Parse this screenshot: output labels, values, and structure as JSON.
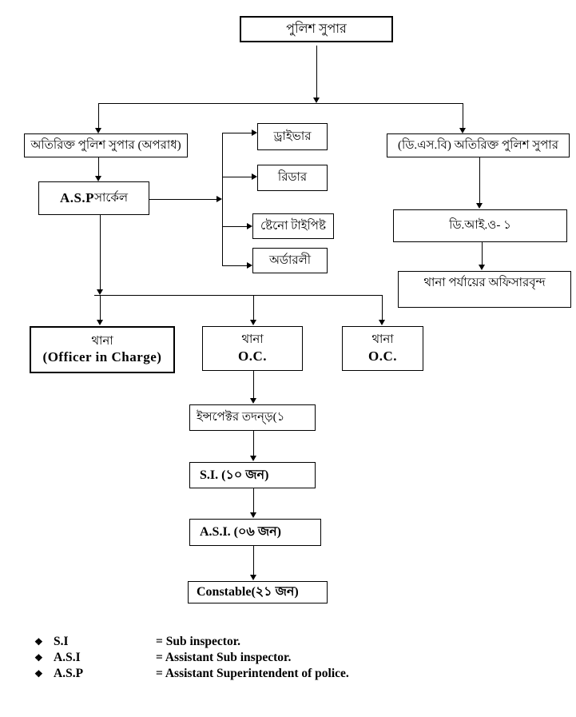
{
  "nodes": {
    "police_super": "পুলিশ সুপার",
    "addl_super_crime": "অতিরিক্ত পুলিশ সুপার (অপরাধ)",
    "asp_circle_en": "A.S.P",
    "asp_circle_bn": " সার্কেল",
    "driver": "ড্রাইভার",
    "reader": "রিডার",
    "steno_typist": "ষ্টেনো টাইপিষ্ট",
    "orderly": "অর্ডারলী",
    "dsb_addl_super": "(ডি.এস.বি) অতিরিক্ত পুলিশ সুপার",
    "dio_1": "ডি.আই.ও- ১",
    "thana_level_officers": "থানা পর্যায়ের অফিসারবৃন্দ",
    "thana_oic_line1": "থানা",
    "thana_oic_line2": "(Officer in Charge)",
    "thana_oc_mid_line1": "থানা",
    "thana_oc_mid_line2": "O.C.",
    "thana_oc_right_line1": "থানা",
    "thana_oc_right_line2": "O.C.",
    "inspector": "ইন্সপেক্টর তদন্ড়(১",
    "si": "S.I. (১০ জন)",
    "asi": "A.S.I. (০৬ জন)",
    "constable": "Constable(২১ জন)"
  },
  "legend": {
    "bullet": "❖",
    "items": [
      {
        "abbr": "S.I",
        "definition": "= Sub inspector."
      },
      {
        "abbr": "A.S.I",
        "definition": "= Assistant Sub inspector."
      },
      {
        "abbr": "A.S.P",
        "definition": "= Assistant Superintendent of police."
      }
    ]
  }
}
